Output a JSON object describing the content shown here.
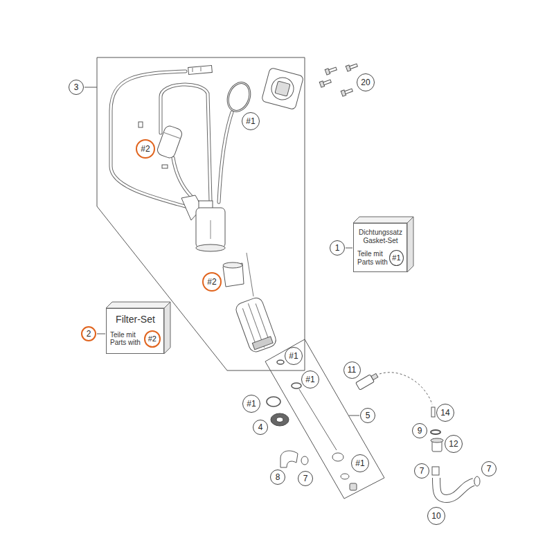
{
  "diagram": {
    "nodes": [
      {
        "text": [
          "Dichtungssatz Gasket-Set",
          "Teile mit Parts with",
          "#1"
        ]
      },
      {
        "text": [
          "Filter-Set",
          "Teile mit Parts with",
          "#2"
        ]
      }
    ],
    "labels": [
      "3",
      "20",
      "#1",
      "#2",
      "1",
      "#2",
      "2",
      "#1",
      "11",
      "#1",
      "#1",
      "5",
      "14",
      "4",
      "9",
      "12",
      "#1",
      "7",
      "7",
      "8",
      "7",
      "10"
    ]
  }
}
